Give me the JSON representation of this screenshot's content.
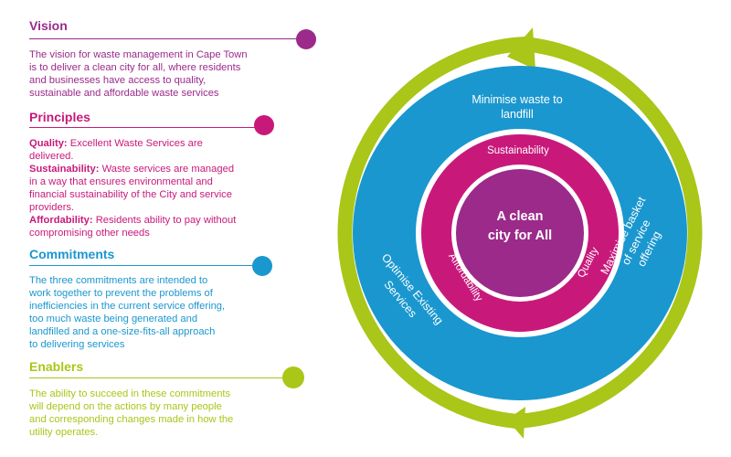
{
  "colors": {
    "vision": "#9b2a8a",
    "principles": "#c8197b",
    "commitments": "#1a97cf",
    "enablers": "#a9c619",
    "outer_ring": "#a9c619",
    "blue_ring": "#1a97cf",
    "magenta_ring": "#c8197b",
    "core": "#9b2a8a"
  },
  "vision": {
    "title": "Vision",
    "lines": [
      "The vision for waste management in Cape Town",
      "is to deliver a clean city for all, where residents",
      "and businesses have access to quality,",
      "sustainable and affordable waste services"
    ]
  },
  "principles": {
    "title": "Principles",
    "items": [
      {
        "term": "Quality:",
        "lines": [
          " Excellent Waste Services are",
          "delivered."
        ]
      },
      {
        "term": "Sustainability:",
        "lines": [
          " Waste services are managed",
          "in a way that ensures environmental and",
          "financial sustainability of the City and service",
          "providers."
        ]
      },
      {
        "term": "Affordability:",
        "lines": [
          " Residents ability to pay without",
          "compromising other needs"
        ]
      }
    ]
  },
  "commitments": {
    "title": "Commitments",
    "lines": [
      "The three commitments are intended to",
      "work together to prevent the problems of",
      "inefficiencies in the current service offering,",
      "too much waste being generated and",
      "landfilled and a one-size-fits-all approach",
      "to delivering services"
    ]
  },
  "enablers": {
    "title": "Enablers",
    "lines": [
      "The ability to succeed in these commitments",
      "will depend on the actions by many people",
      "and corresponding changes made in how the",
      "utility operates."
    ]
  },
  "diagram": {
    "core_lines": [
      "A clean",
      "city for All"
    ],
    "inner_labels": {
      "top": "Sustainability",
      "left": "Affordability",
      "right": "Quality"
    },
    "outer_labels": {
      "top_lines": [
        "Minimise  waste to",
        "landfill"
      ],
      "left_lines": [
        "Optimise Existing",
        "Services"
      ],
      "right_lines": [
        "Maximise basket",
        "of service",
        "offering"
      ]
    }
  }
}
